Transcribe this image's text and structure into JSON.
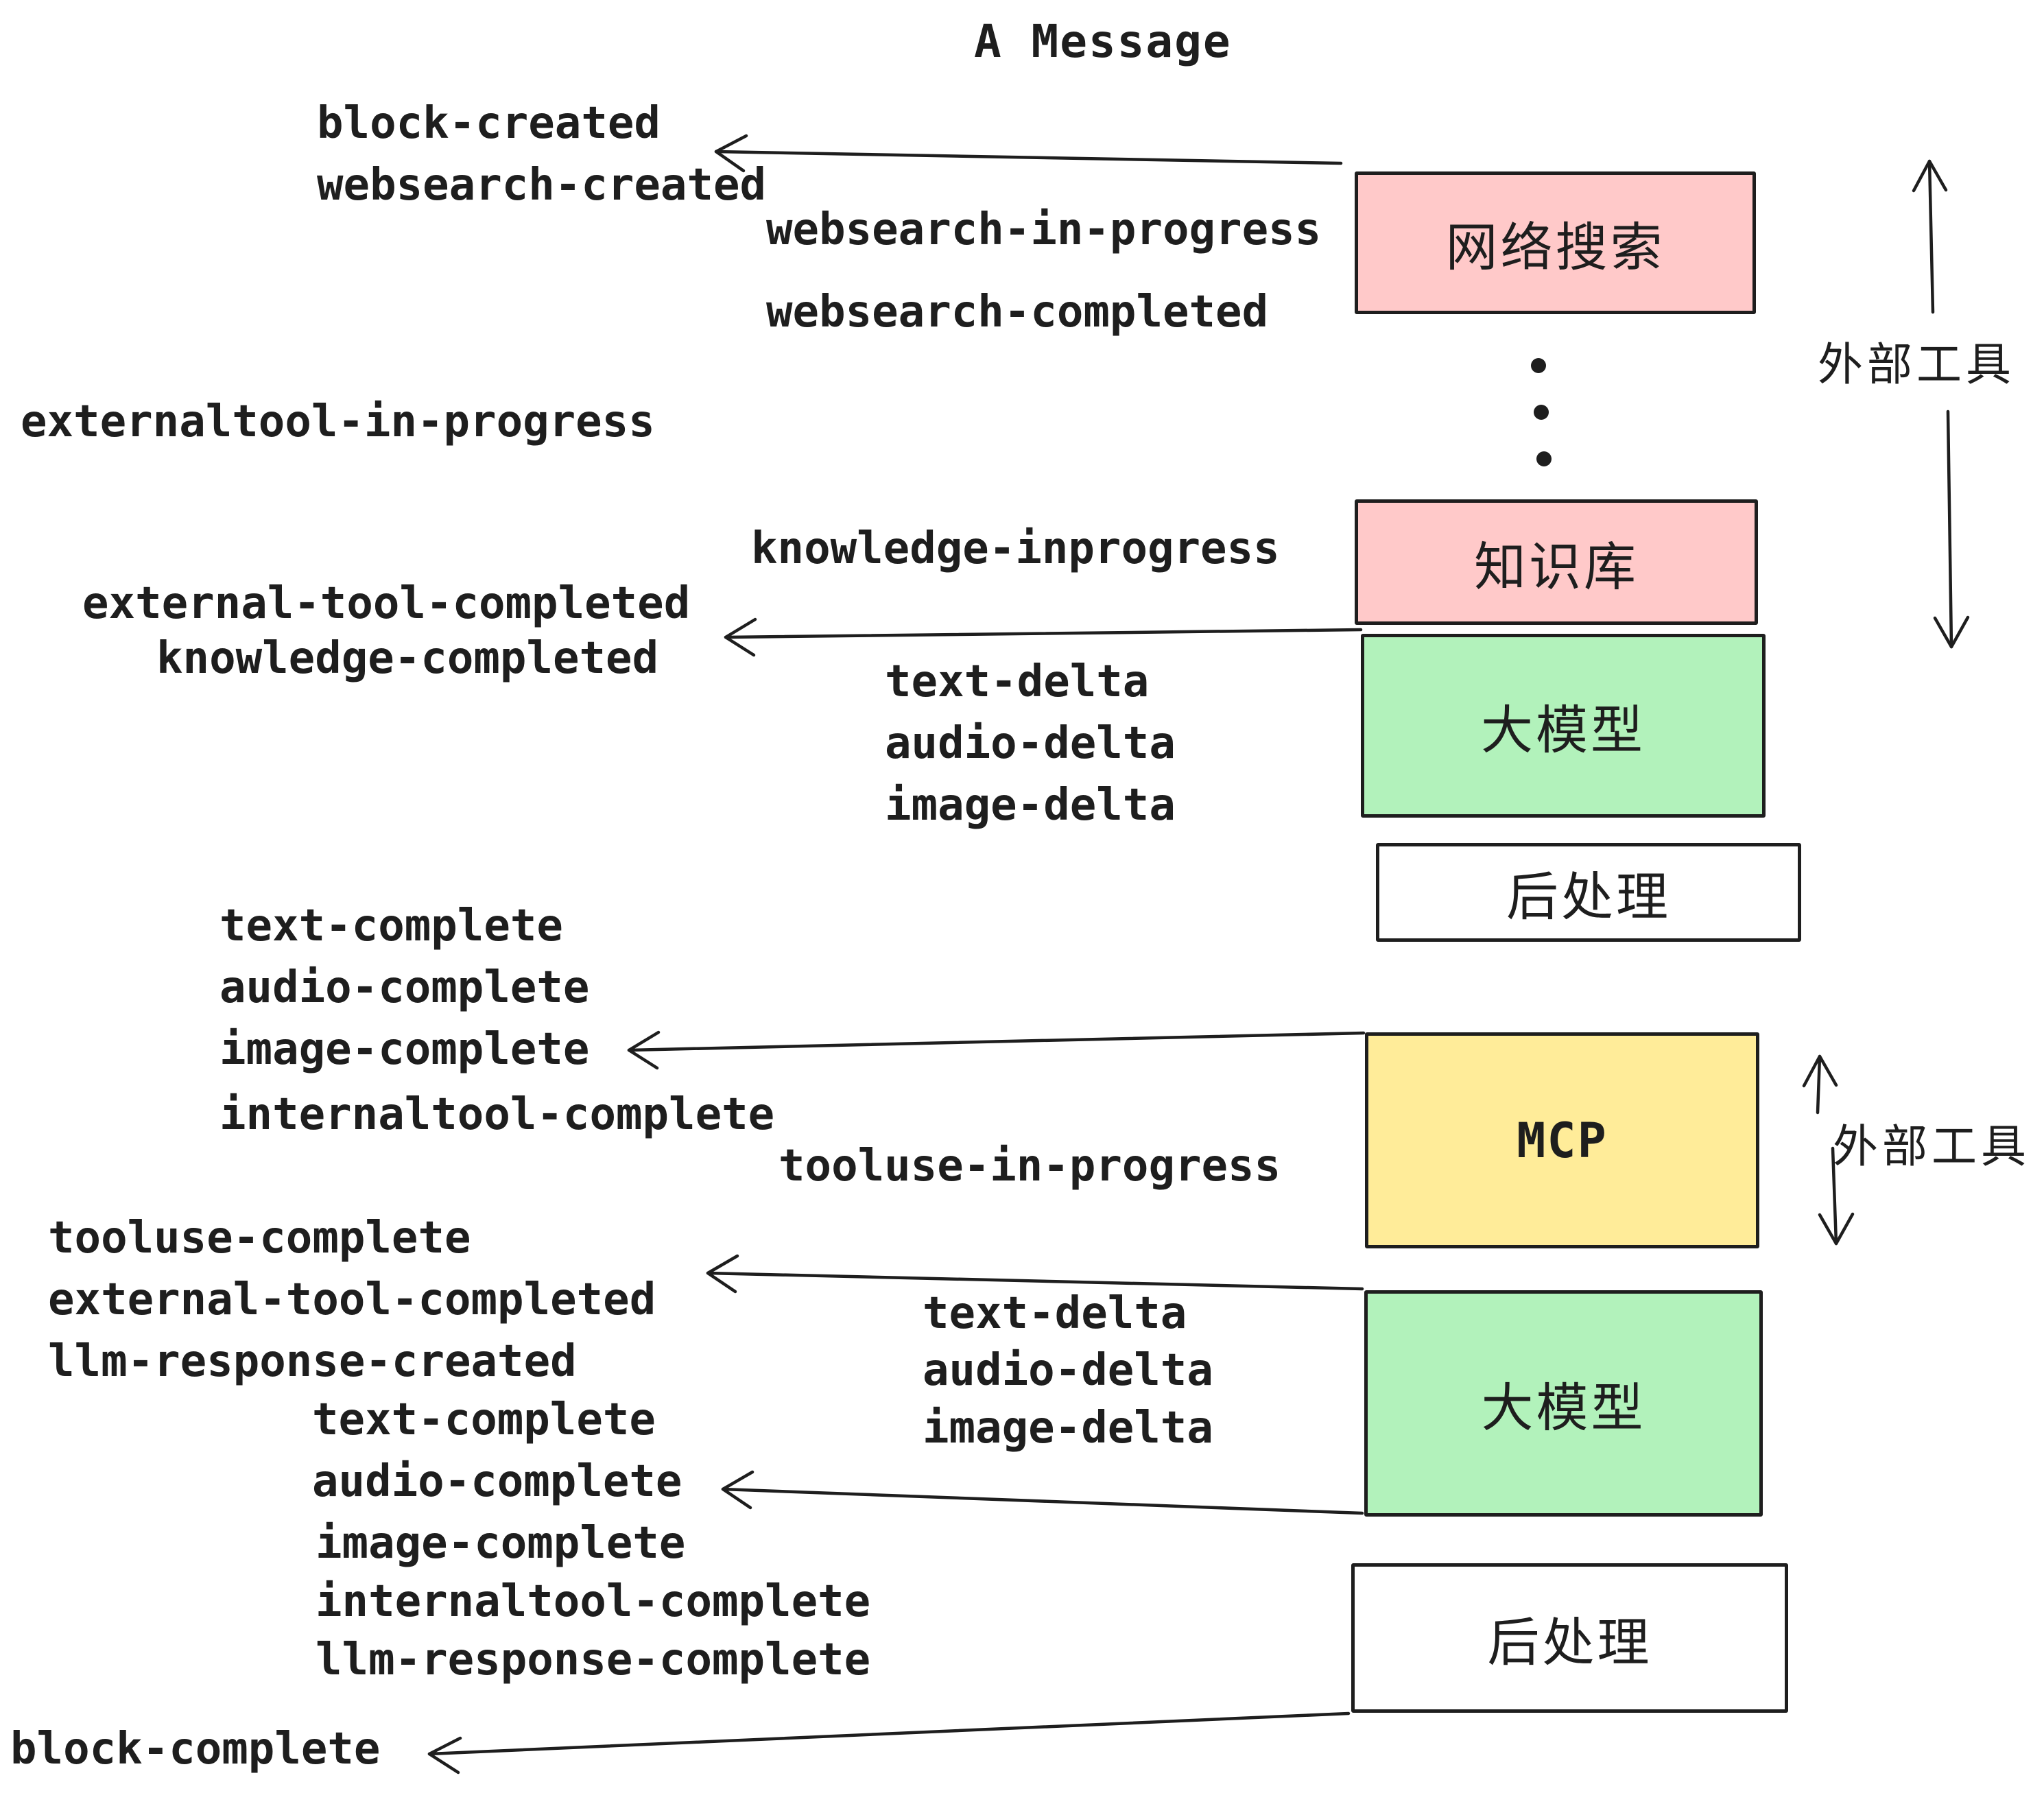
{
  "title": "A Message",
  "colors": {
    "stroke": "#1e1e1e",
    "box_pink": "#ffc9c9",
    "box_green": "#b2f2bb",
    "box_yellow": "#ffec99",
    "box_white": "#ffffff"
  },
  "boxes": {
    "websearch": {
      "label": "网络搜索",
      "fill": "#ffc9c9"
    },
    "knowledge": {
      "label": "知识库",
      "fill": "#ffc9c9"
    },
    "llm1": {
      "label": "大模型",
      "fill": "#b2f2bb"
    },
    "post1": {
      "label": "后处理",
      "fill": "#ffffff"
    },
    "mcp": {
      "label": "MCP",
      "fill": "#ffec99"
    },
    "llm2": {
      "label": "大模型",
      "fill": "#b2f2bb"
    },
    "post2": {
      "label": "后处理",
      "fill": "#ffffff"
    }
  },
  "events": {
    "block_created": "block-created",
    "websearch_created": "websearch-created",
    "websearch_in_progress": "websearch-in-progress",
    "websearch_completed": "websearch-completed",
    "externaltool_in_progress": "externaltool-in-progress",
    "knowledge_inprogress": "knowledge-inprogress",
    "external_tool_completed": "external-tool-completed",
    "knowledge_completed": "knowledge-completed",
    "text_delta": "text-delta",
    "audio_delta": "audio-delta",
    "image_delta": "image-delta",
    "text_complete": "text-complete",
    "audio_complete": "audio-complete",
    "image_complete": "image-complete",
    "internaltool_complete": "internaltool-complete",
    "tooluse_in_progress": "tooluse-in-progress",
    "tooluse_complete": "tooluse-complete",
    "llm_response_created": "llm-response-created",
    "llm_response_complete": "llm-response-complete",
    "block_complete": "block-complete"
  },
  "annotations": {
    "external_tools": "外部工具"
  }
}
